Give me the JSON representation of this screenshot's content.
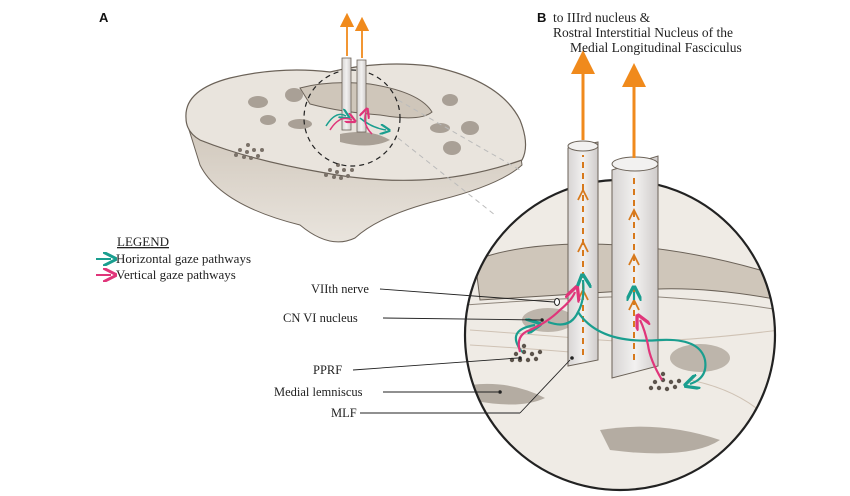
{
  "panels": {
    "a": "A",
    "b": "B"
  },
  "title_b": {
    "line1": "to IIIrd nucleus &",
    "line2": "Rostral Interstitial Nucleus of the",
    "line3": "Medial Longitudinal Fasciculus"
  },
  "legend": {
    "title": "LEGEND",
    "items": [
      {
        "label": "Horizontal gaze pathways",
        "color": "#1a9e8f"
      },
      {
        "label": "Vertical gaze pathways",
        "color": "#e0357a"
      }
    ]
  },
  "labels": {
    "vii_nerve": "VIIth nerve",
    "cn_vi": "CN VI nucleus",
    "pprf": "PPRF",
    "medial_lemniscus": "Medial lemniscus",
    "mlf": "MLF"
  },
  "colors": {
    "horizontal": "#1a9e8f",
    "vertical": "#e0357a",
    "ascending": "#f08a1c",
    "tissue": "#e9e4dd",
    "tissue_dark": "#cfc6ba",
    "nucleus": "#a9a096",
    "outline": "#6b6258"
  }
}
